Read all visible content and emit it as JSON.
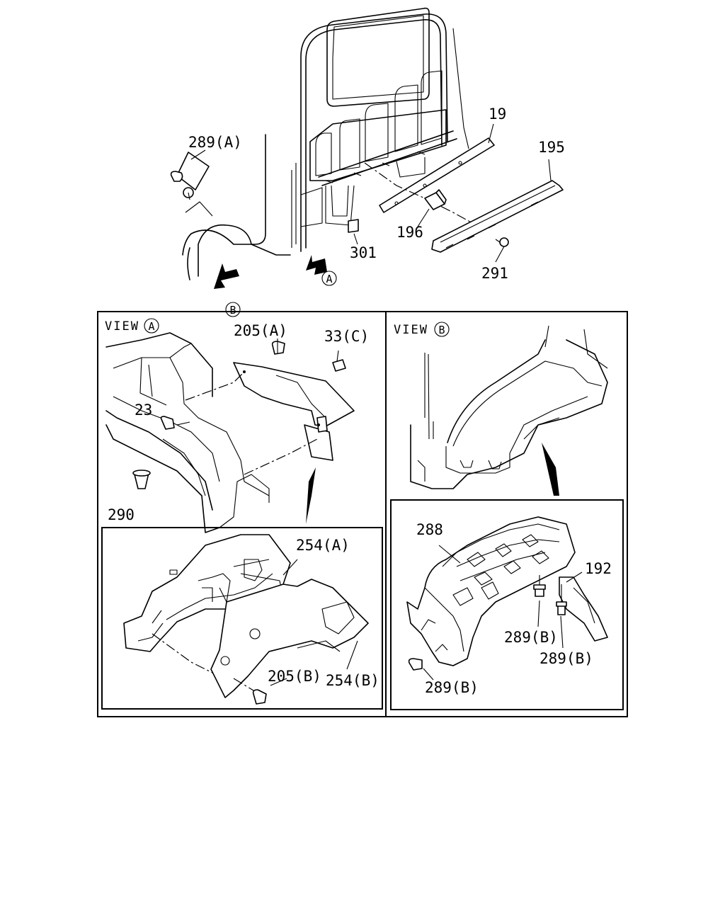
{
  "labels": {
    "p289a": "289(A)",
    "p19": "19",
    "p195": "195",
    "p196": "196",
    "p301": "301",
    "p291": "291",
    "p205a": "205(A)",
    "p33c": "33(C)",
    "p23": "23",
    "p290": "290",
    "p254a": "254(A)",
    "p205b": "205(B)",
    "p254b": "254(B)",
    "p288": "288",
    "p192": "192",
    "p289b_1": "289(B)",
    "p289b_2": "289(B)",
    "p289b_3": "289(B)"
  },
  "views": {
    "a_marker": "A",
    "b_marker": "B",
    "view_word": "VIEW",
    "view_a_letter": "A",
    "view_b_letter": "B"
  }
}
